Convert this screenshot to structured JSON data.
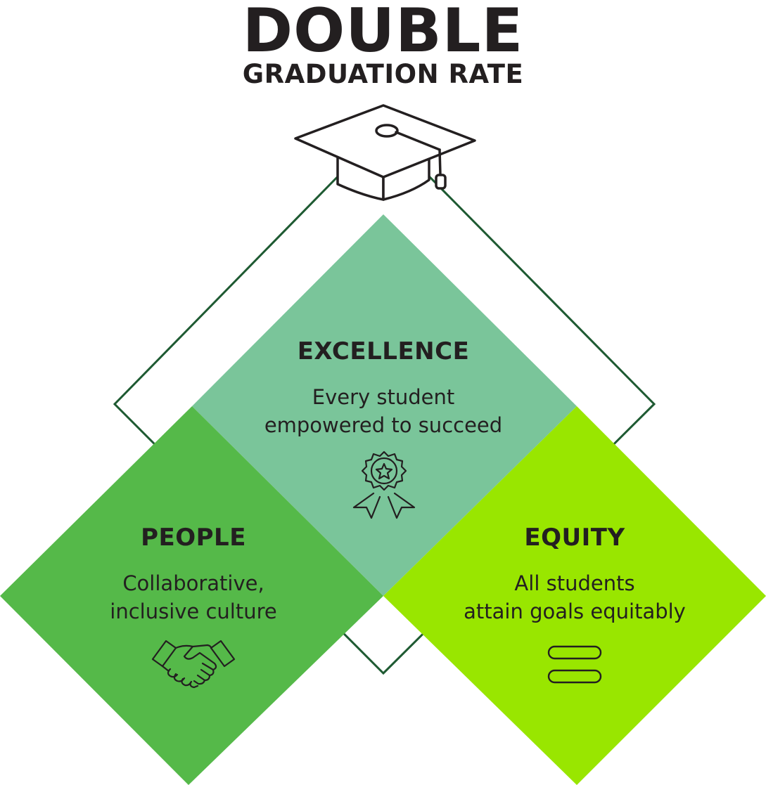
{
  "title": {
    "main": "DOUBLE",
    "sub": "GRADUATION RATE"
  },
  "pillars": {
    "excellence": {
      "title": "EXCELLENCE",
      "line1": "Every student",
      "line2": "empowered to succeed",
      "icon": "award-ribbon-icon",
      "color": "#7ac59a"
    },
    "people": {
      "title": "PEOPLE",
      "line1": "Collaborative,",
      "line2": "inclusive culture",
      "icon": "handshake-icon",
      "color": "#55b949"
    },
    "equity": {
      "title": "EQUITY",
      "line1": "All students",
      "line2": "attain goals equitably",
      "icon": "equals-icon",
      "color": "#99e600"
    }
  },
  "colors": {
    "outline": "#1e5a32",
    "text": "#231f20"
  }
}
